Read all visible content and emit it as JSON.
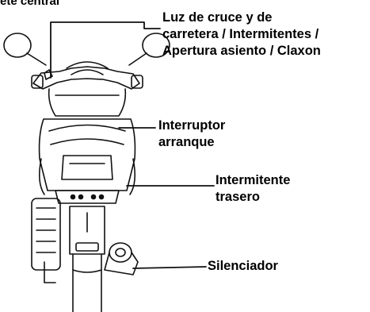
{
  "header_fragment": "ete central",
  "callouts": {
    "lights": {
      "lines": [
        "Luz de cruce y de",
        "carretera / Intermitentes /",
        "Apertura asiento / Claxon"
      ]
    },
    "starter": {
      "lines": [
        "Interruptor",
        "arranque"
      ]
    },
    "rear_indicator": {
      "lines": [
        "Intermitente",
        "trasero"
      ]
    },
    "muffler": {
      "lines": [
        "Silenciador"
      ]
    }
  }
}
